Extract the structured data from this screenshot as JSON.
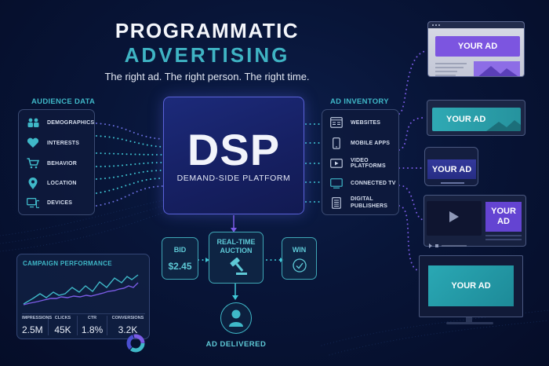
{
  "header": {
    "title_line1": "PROGRAMMATIC",
    "title_line2": "ADVERTISING",
    "tagline": "The right ad. The right person. The right time."
  },
  "audience_data": {
    "heading": "AUDIENCE DATA",
    "items": [
      {
        "label": "DEMOGRAPHICS",
        "icon": "people-icon"
      },
      {
        "label": "INTERESTS",
        "icon": "heart-icon"
      },
      {
        "label": "BEHAVIOR",
        "icon": "cart-icon"
      },
      {
        "label": "LOCATION",
        "icon": "location-pin-icon"
      },
      {
        "label": "DEVICES",
        "icon": "devices-icon"
      }
    ]
  },
  "dsp": {
    "title": "DSP",
    "subtitle": "DEMAND-SIDE PLATFORM"
  },
  "ad_inventory": {
    "heading": "AD INVENTORY",
    "items": [
      {
        "label": "WEBSITES",
        "icon": "browser-icon"
      },
      {
        "label": "MOBILE APPS",
        "icon": "phone-icon"
      },
      {
        "label": "VIDEO PLATFORMS",
        "icon": "video-play-icon"
      },
      {
        "label": "CONNECTED TV",
        "icon": "tv-icon"
      },
      {
        "label": "DIGITAL",
        "label2": "PUBLISHERS",
        "icon": "document-icon"
      }
    ]
  },
  "auction": {
    "bid_label": "BID",
    "bid_value": "$2.45",
    "auction_line1": "REAL-TIME",
    "auction_line2": "AUCTION",
    "win_label": "WIN",
    "delivered_label": "AD DELIVERED"
  },
  "ads": {
    "website": "YOUR AD",
    "banner": "YOUR AD",
    "mobile": "YOUR AD",
    "video_line1": "YOUR",
    "video_line2": "AD",
    "tv": "YOUR AD"
  },
  "campaign": {
    "heading": "CAMPAIGN PERFORMANCE",
    "stats": [
      {
        "label": "IMPRESSIONS",
        "value": "2.5M"
      },
      {
        "label": "CLICKS",
        "value": "45K"
      },
      {
        "label": "CTR",
        "value": "1.8%"
      },
      {
        "label": "CONVERSIONS",
        "value": "3.2K"
      }
    ]
  },
  "colors": {
    "background": "#071331",
    "teal_accent": "#3fb8c8",
    "purple_accent": "#7b5ce6",
    "dsp_box": "#1c2a7a"
  }
}
